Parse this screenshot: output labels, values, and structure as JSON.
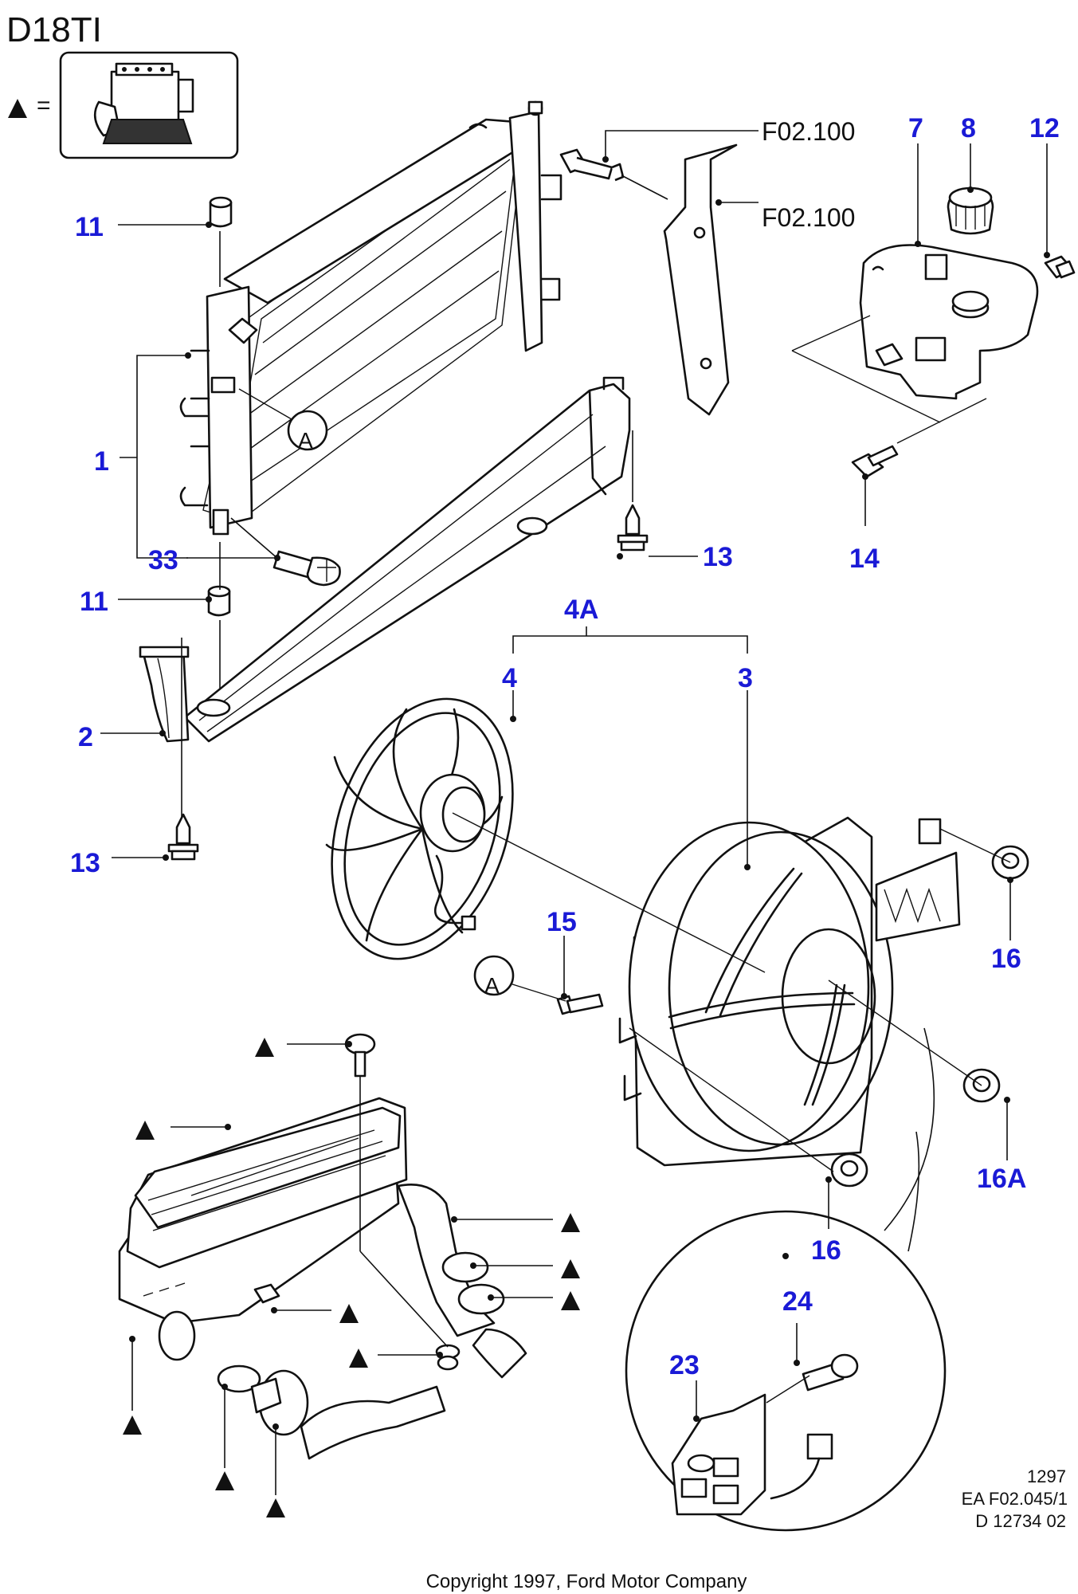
{
  "header": {
    "title": "D18TI",
    "legend_equals": "="
  },
  "legend_marker": "filled-triangle-icon",
  "callouts": {
    "c7": "7",
    "c8": "8",
    "c12": "12",
    "c11a": "11",
    "c11b": "11",
    "c1": "1",
    "c33": "33",
    "c2": "2",
    "c13a": "13",
    "c13b": "13",
    "c14": "14",
    "c4a": "4A",
    "c4": "4",
    "c3": "3",
    "c15": "15",
    "c16a": "16",
    "c16b": "16",
    "c16A": "16A",
    "c24": "24",
    "c23": "23"
  },
  "references": {
    "r1": "F02.100",
    "r2": "F02.100"
  },
  "circle_labels": {
    "a1": "A",
    "a2": "A"
  },
  "footer_info": {
    "line1": "1297",
    "line2": "EA F02.045/1",
    "line3": "D 12734 02"
  },
  "copyright": "Copyright 1997, Ford Motor Company",
  "colors": {
    "callout": "#1a1ad6",
    "line": "#111111",
    "background": "#ffffff"
  }
}
